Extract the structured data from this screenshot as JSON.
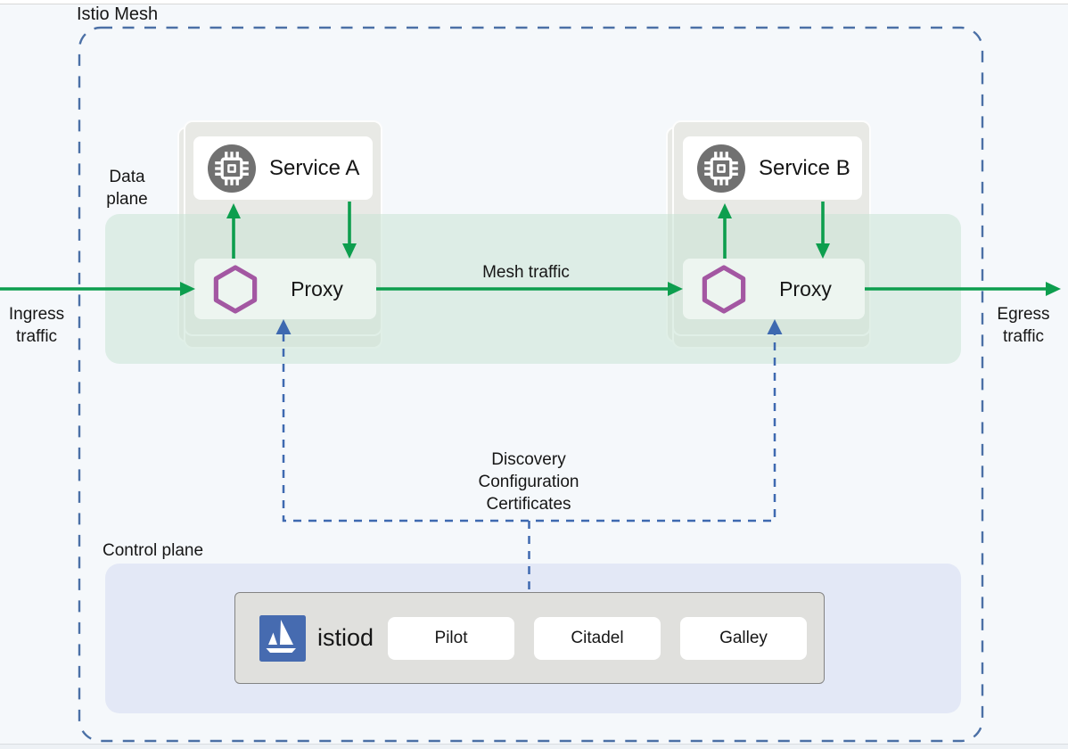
{
  "title": "Istio Mesh",
  "data_plane": {
    "label": "Data plane",
    "ingress_label": "Ingress traffic",
    "egress_label": "Egress traffic",
    "mesh_traffic_label": "Mesh traffic",
    "services": [
      {
        "name": "Service A",
        "proxy_label": "Proxy"
      },
      {
        "name": "Service B",
        "proxy_label": "Proxy"
      }
    ]
  },
  "control_plane": {
    "label": "Control plane",
    "istiod": {
      "name": "istiod",
      "components": [
        {
          "label": "Pilot"
        },
        {
          "label": "Citadel"
        },
        {
          "label": "Galley"
        }
      ]
    },
    "connection_labels": [
      "Discovery",
      "Configuration",
      "Certificates"
    ]
  },
  "icons": {
    "service": "cpu-chip-icon",
    "proxy": "envoy-hexagon-icon",
    "istiod": "istio-sailboat-logo"
  },
  "colors": {
    "background": "#f5f8fb",
    "traffic_arrow_green": "#0d9e4e",
    "proxy_hexagon_purple": "#a357a2",
    "control_connection_blue": "#3e69b0",
    "mesh_border_blue": "#4b70a6",
    "istio_logo_blue": "#466bb0",
    "service_icon_gray": "#717171",
    "data_plane_band_green": "#dfeee9",
    "control_plane_band_blue": "#e3e8f6",
    "pod_container_gray": "#e8e9e5",
    "proxy_box_mint": "#edf5f0"
  }
}
